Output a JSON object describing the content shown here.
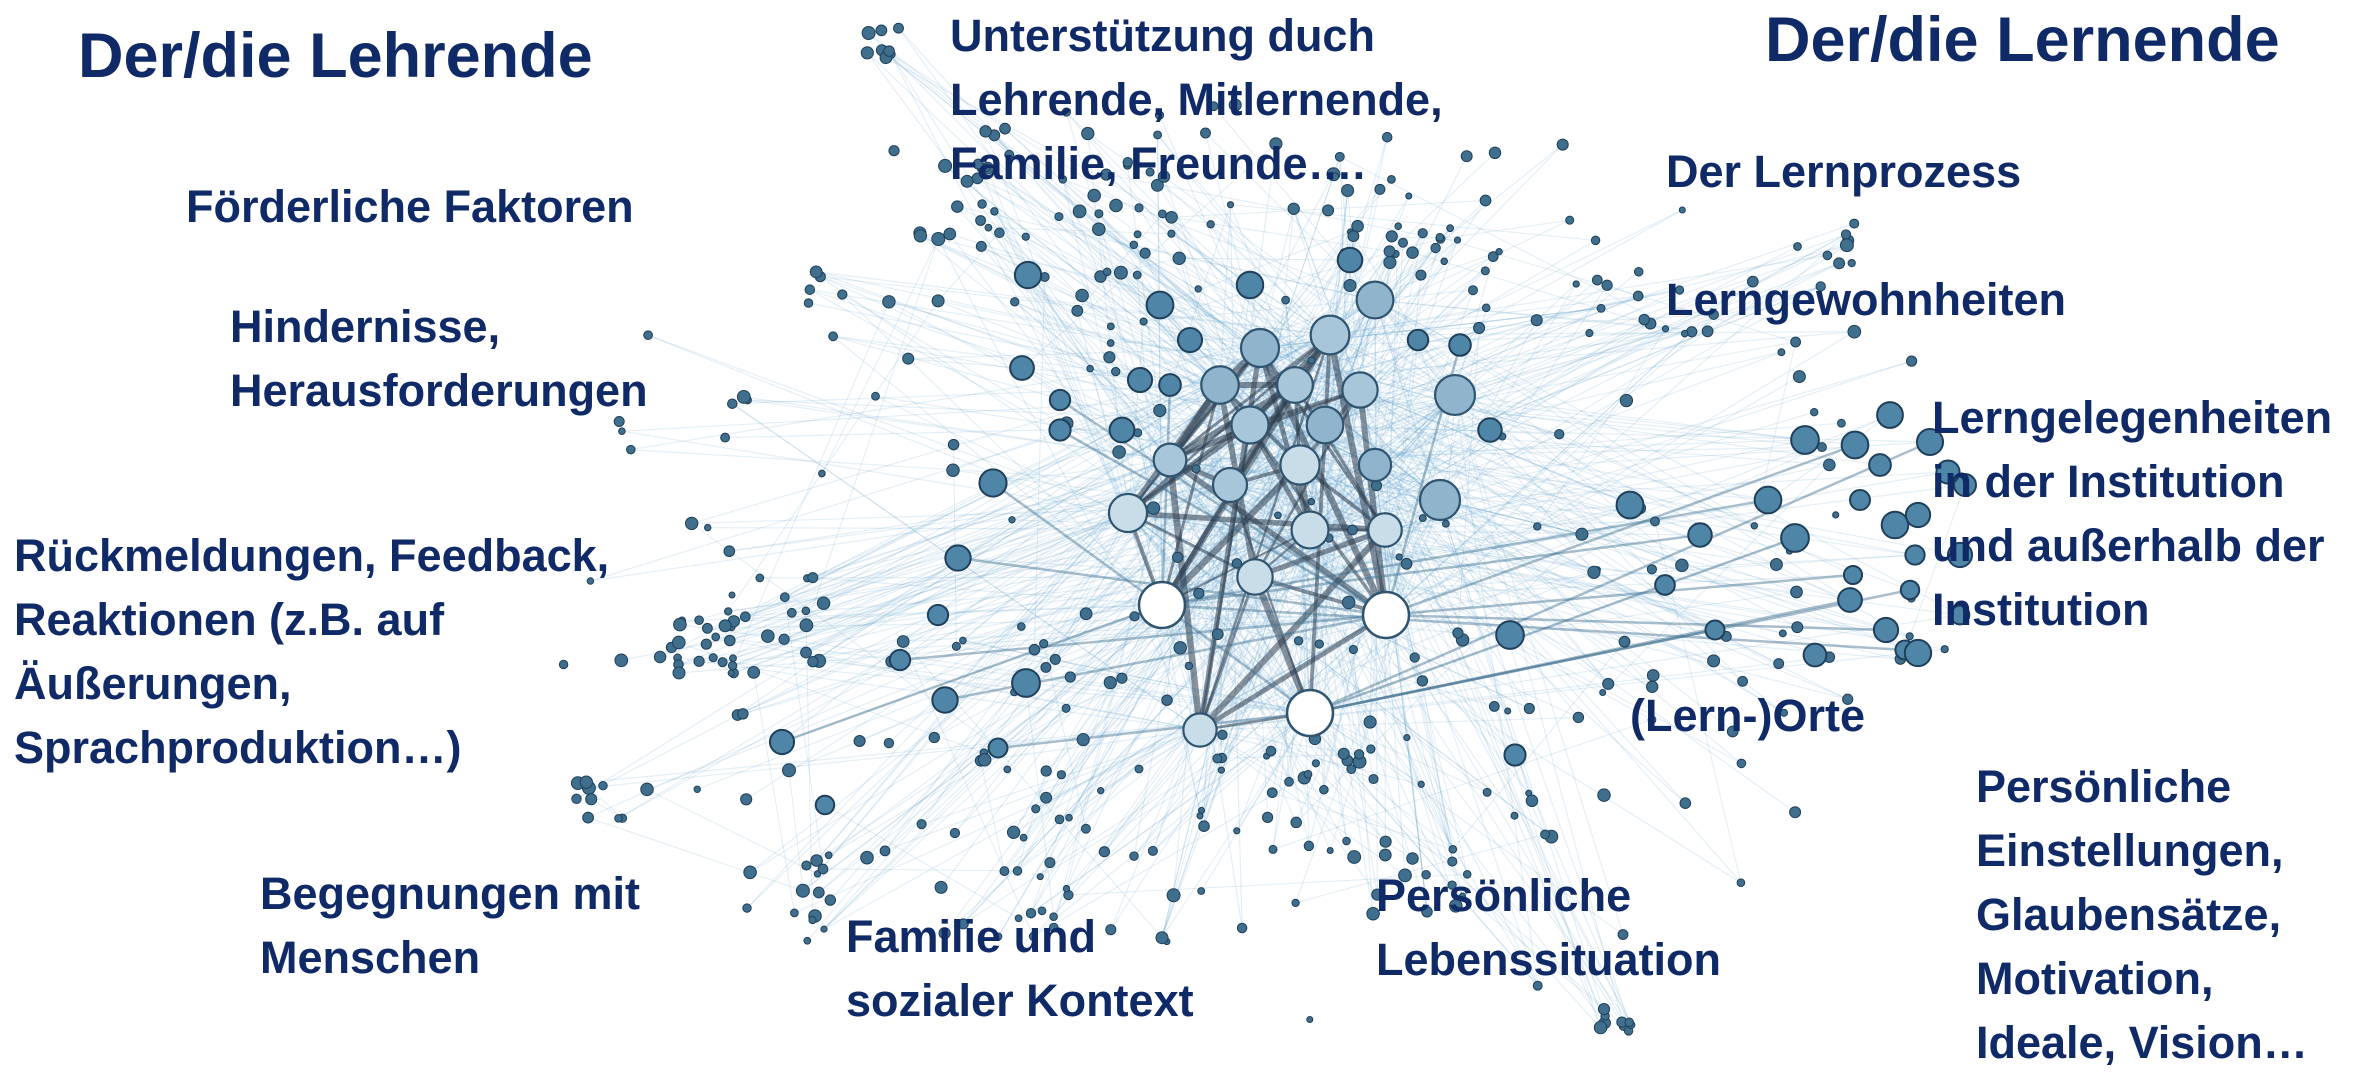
{
  "titles": {
    "left": "Der/die Lehrende",
    "right": "Der/die Lernende"
  },
  "labels": {
    "unterstuetzung": [
      "Unterstützung duch",
      "Lehrende, Mitlernende,",
      "Familie, Freunde…."
    ],
    "lernprozess": "Der Lernprozess",
    "foerderliche": "Förderliche Faktoren",
    "lerngewohnheiten": "Lerngewohnheiten",
    "hindernisse": [
      "Hindernisse,",
      "Herausforderungen"
    ],
    "lerngelegenheiten": [
      "Lerngelegenheiten",
      "in der Institution",
      "und außerhalb der",
      "Institution"
    ],
    "rueckmeldungen": [
      "Rückmeldungen, Feedback,",
      "Reaktionen (z.B. auf",
      "Äußerungen,",
      "Sprachproduktion…)"
    ],
    "lernorte": "(Lern-)Orte",
    "einstellungen": [
      "Persönliche",
      "Einstellungen,",
      "Glaubensätze,",
      "Motivation,",
      "Ideale, Vision…"
    ],
    "begegnungen": [
      "Begegnungen mit",
      "Menschen"
    ],
    "familie": [
      "Familie und",
      "sozialer Kontext"
    ],
    "lebenssituation": [
      "Persönliche",
      "Lebenssituation"
    ]
  },
  "colors": {
    "text": "#0f2a66",
    "edge": "#5a9ac4",
    "strong_edge": "#2b3d4f",
    "node_fill": "#4f86a8",
    "node_stroke": "#1f3f5a",
    "hub_fill": "#ffffff"
  }
}
